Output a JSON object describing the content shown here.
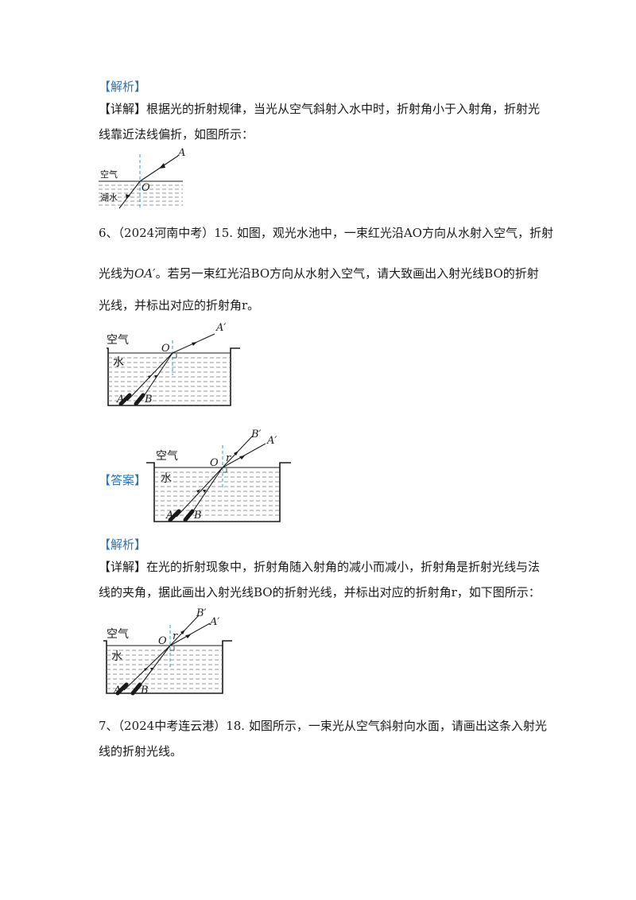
{
  "analysis1": {
    "heading": "【解析】",
    "detail_tag": "【详解】",
    "detail_line1": "根据光的折射规律，当光从空气斜射入水中时，折射角小于入射角，折射光",
    "detail_line2": "线靠近法线偏折，如图所示："
  },
  "fig1": {
    "air": "空气",
    "water": "湖水",
    "A": "A",
    "O": "O"
  },
  "q6": {
    "line1": "6、（2024河南中考）15. 如图，观光水池中，一束红光沿AO方向从水射入空气，折射",
    "line2a": "光线为",
    "line2_sym": "OA′",
    "line2b": "。若另一束红光沿BO方向从水射入空气，请大致画出入射光线BO的折射",
    "line3": "光线，并标出对应的折射角r。"
  },
  "fig_labels": {
    "air": "空气",
    "water": "水",
    "O": "O",
    "A_prime": "A′",
    "B_prime": "B′",
    "A": "A",
    "B": "B",
    "r": "r"
  },
  "answer_tag": "【答案】",
  "analysis2": {
    "heading": "【解析】",
    "detail_tag": "【详解】",
    "detail_line1": "在光的折射现象中，折射角随入射角的减小而减小，折射角是折射光线与法",
    "detail_line2": "线的夹角，据此画出入射光线BO的折射光线，并标出对应的折射角r，如下图所示："
  },
  "q7": {
    "line1": "7、（2024中考连云港）18. 如图所示，一束光从空气斜射向水面，请画出这条入射光",
    "line2": "线的折射光线。"
  },
  "colors": {
    "heading_blue": "#2e74b5",
    "normal_dash": "#3ea7d9"
  }
}
